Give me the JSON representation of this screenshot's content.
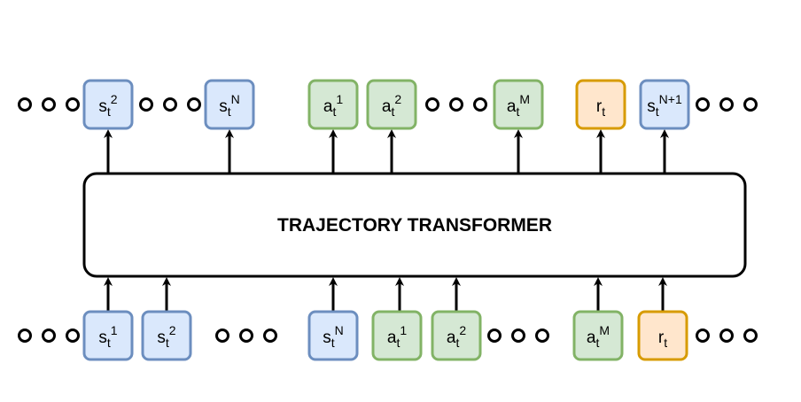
{
  "colors": {
    "state_fill": "#dae8fc",
    "state_stroke": "#6c8ebf",
    "action_fill": "#d5e8d4",
    "action_stroke": "#82b366",
    "reward_fill": "#ffe6cc",
    "reward_stroke": "#d79b00",
    "line": "#000000"
  },
  "transformer_label": "TRAJECTORY TRANSFORMER",
  "top_tokens": [
    {
      "kind": "state",
      "base": "s",
      "sub": "t",
      "sup": "2"
    },
    {
      "kind": "state",
      "base": "s",
      "sub": "t",
      "sup": "N"
    },
    {
      "kind": "action",
      "base": "a",
      "sub": "t",
      "sup": "1"
    },
    {
      "kind": "action",
      "base": "a",
      "sub": "t",
      "sup": "2"
    },
    {
      "kind": "action",
      "base": "a",
      "sub": "t",
      "sup": "M"
    },
    {
      "kind": "reward",
      "base": "r",
      "sub": "t",
      "sup": ""
    },
    {
      "kind": "state",
      "base": "s",
      "sub": "t",
      "sup": "N+1"
    }
  ],
  "bottom_tokens": [
    {
      "kind": "state",
      "base": "s",
      "sub": "t",
      "sup": "1"
    },
    {
      "kind": "state",
      "base": "s",
      "sub": "t",
      "sup": "2"
    },
    {
      "kind": "state",
      "base": "s",
      "sub": "t",
      "sup": "N"
    },
    {
      "kind": "action",
      "base": "a",
      "sub": "t",
      "sup": "1"
    },
    {
      "kind": "action",
      "base": "a",
      "sub": "t",
      "sup": "2"
    },
    {
      "kind": "action",
      "base": "a",
      "sub": "t",
      "sup": "M"
    },
    {
      "kind": "reward",
      "base": "r",
      "sub": "t",
      "sup": ""
    }
  ]
}
